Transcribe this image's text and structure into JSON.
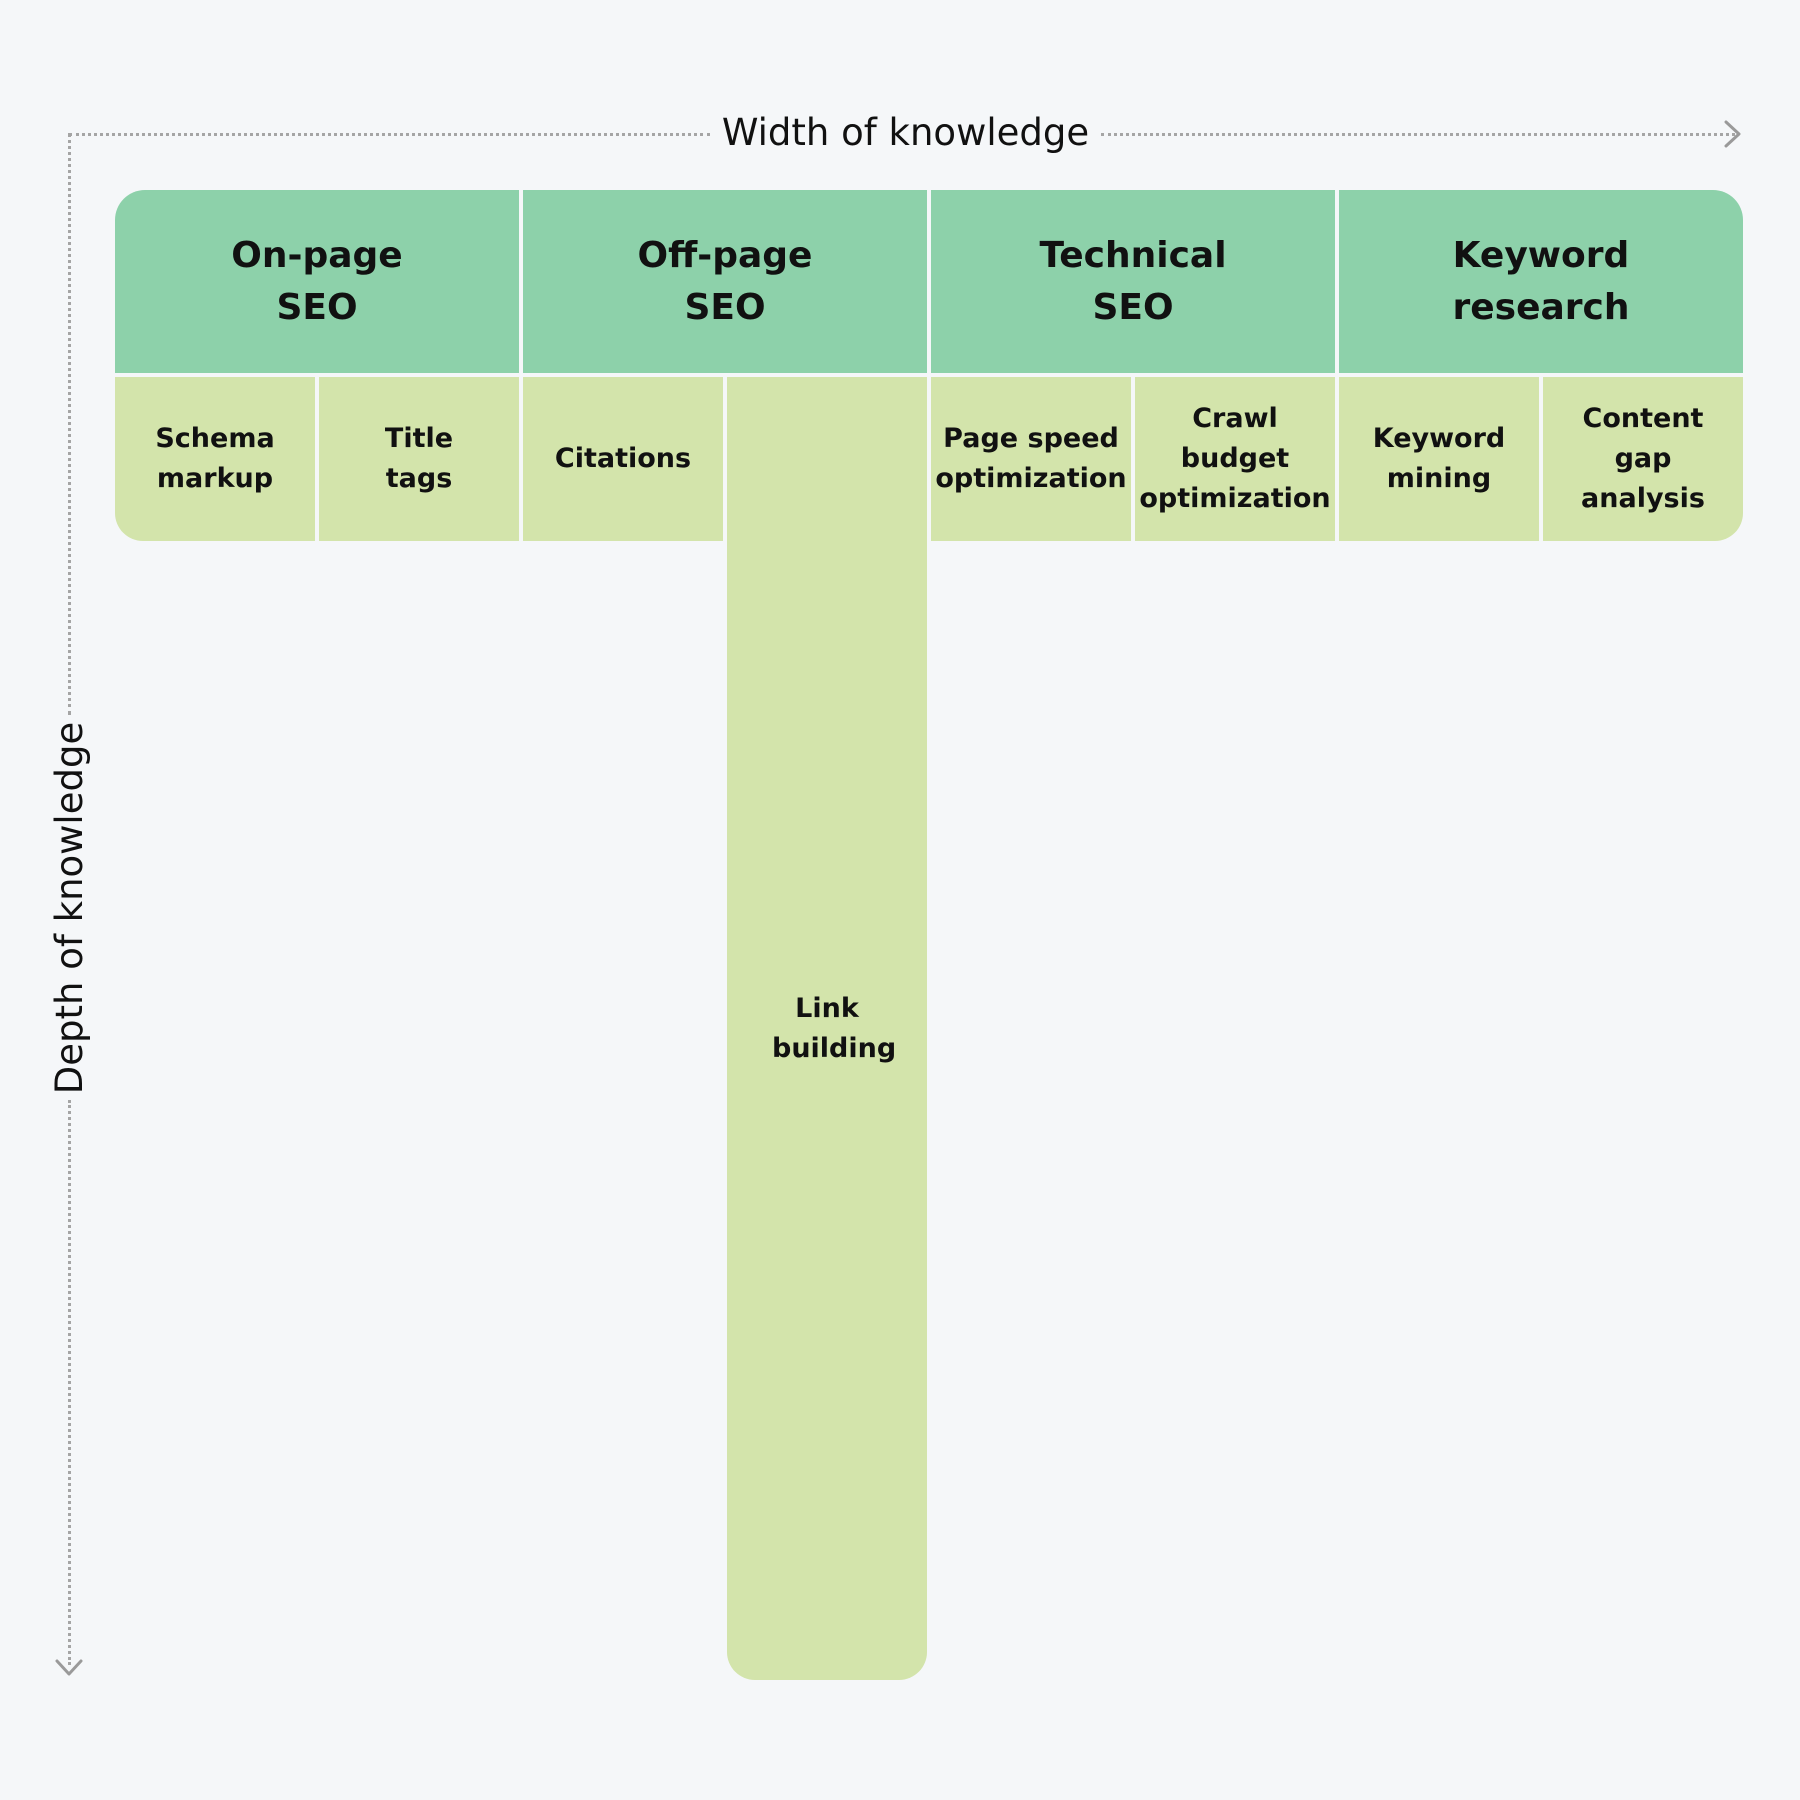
{
  "axes": {
    "x_label": "Width of knowledge",
    "y_label": "Depth of knowledge"
  },
  "colors": {
    "header": "#8dd1aa",
    "subtopic": "#d3e4ab",
    "background": "#f5f7f9",
    "axis": "#a5a5a5"
  },
  "categories": [
    {
      "label": "On-page SEO"
    },
    {
      "label": "Off-page SEO"
    },
    {
      "label": "Technical SEO"
    },
    {
      "label": "Keyword research"
    }
  ],
  "subtopics": [
    {
      "label": "Schema markup"
    },
    {
      "label": "Title tags"
    },
    {
      "label": "Citations"
    },
    {
      "label": "Link building"
    },
    {
      "label": "Page speed optimization"
    },
    {
      "label": "Crawl budget optimization"
    },
    {
      "label": "Keyword mining"
    },
    {
      "label": "Content gap analysis"
    }
  ]
}
